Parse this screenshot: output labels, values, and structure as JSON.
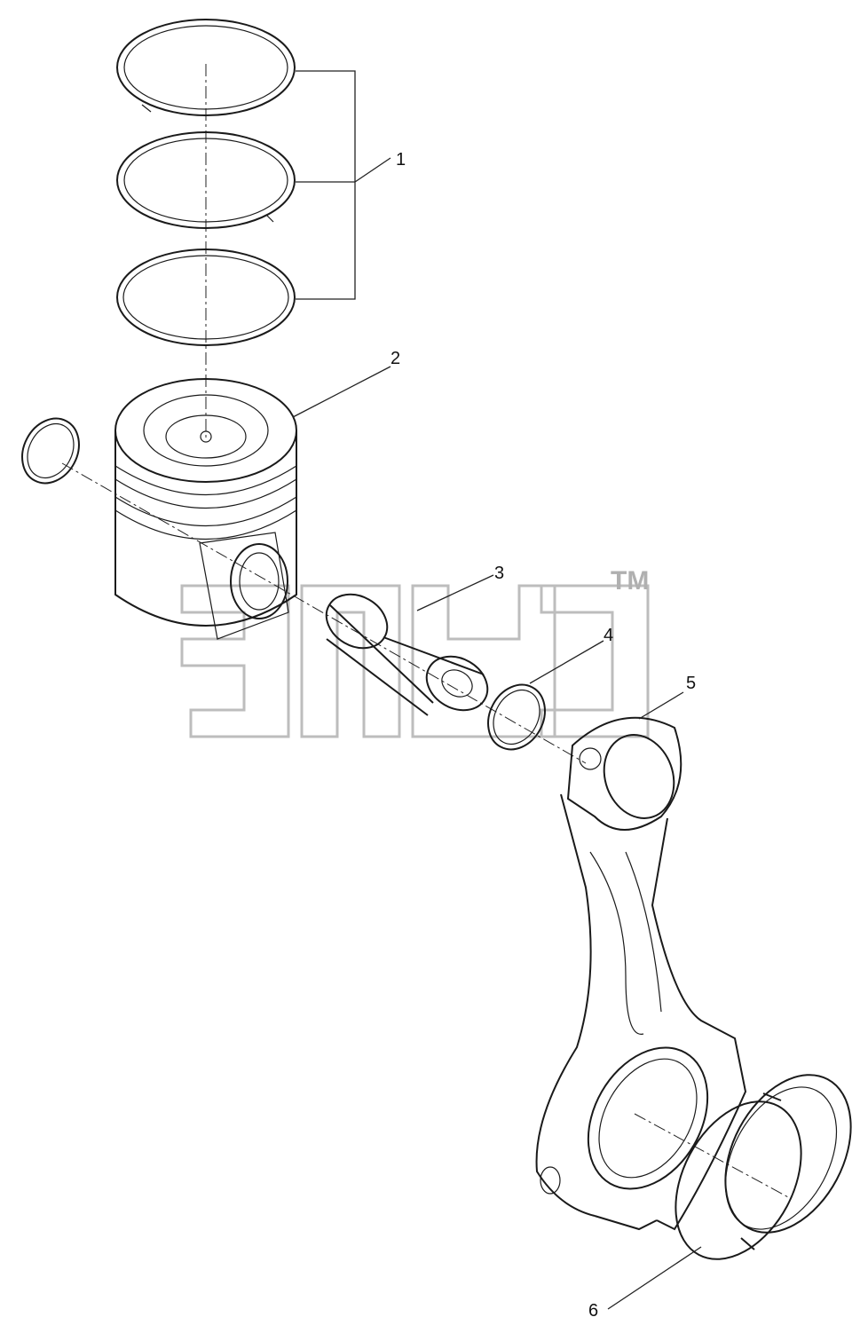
{
  "callouts": {
    "c1": "1",
    "c2": "2",
    "c3": "3",
    "c4": "4",
    "c5": "5",
    "c6": "6"
  },
  "watermark": {
    "tm": "TM"
  },
  "colors": {
    "line": "#1a1a1a",
    "watermark": "#bdbdbd"
  },
  "parts": [
    {
      "id": 1,
      "icon": "piston-rings-icon"
    },
    {
      "id": 2,
      "icon": "piston-icon"
    },
    {
      "id": 3,
      "icon": "piston-pin-icon"
    },
    {
      "id": 4,
      "icon": "snap-ring-icon"
    },
    {
      "id": 5,
      "icon": "connecting-rod-icon"
    },
    {
      "id": 6,
      "icon": "bearing-shell-icon"
    }
  ]
}
